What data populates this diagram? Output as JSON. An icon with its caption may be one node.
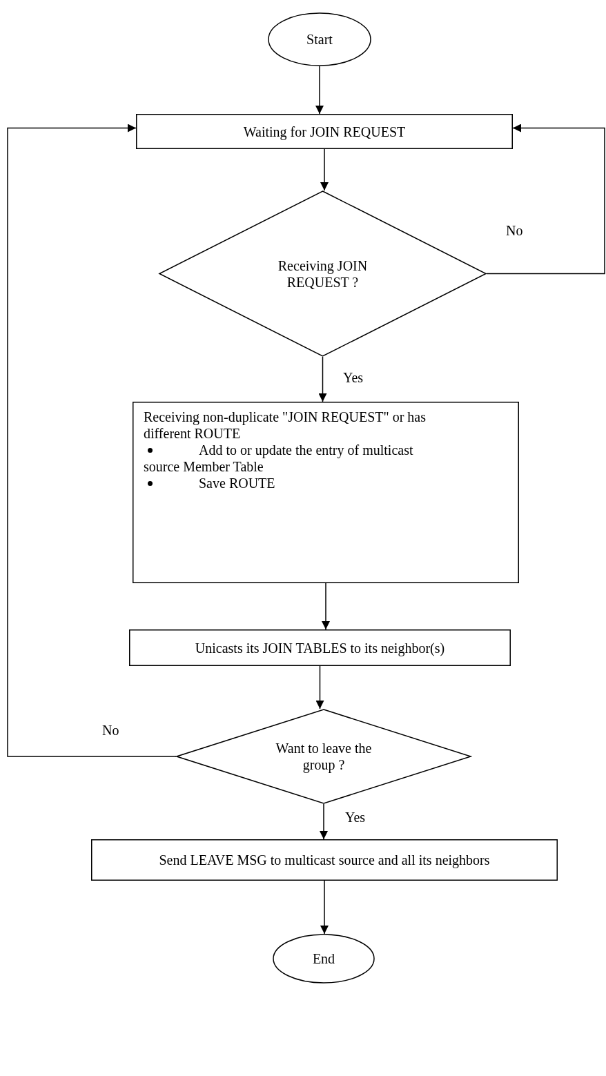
{
  "diagram": {
    "nodes": [
      {
        "text": [
          "Start"
        ]
      },
      {
        "text": [
          "Waiting for JOIN REQUEST"
        ]
      },
      {
        "text": [
          "Receiving JOIN REQUEST ?"
        ]
      },
      {
        "text": [
          "Receiving non-duplicate \"JOIN REQUEST\" or has different ROUTE",
          "Add to or update the entry of multicast source Member Table",
          "Save ROUTE"
        ]
      },
      {
        "text": [
          "Unicasts its JOIN TABLES to its neighbor(s)"
        ]
      },
      {
        "text": [
          "Want to leave the group ?"
        ]
      },
      {
        "text": [
          "Send LEAVE MSG to multicast source and all its neighbors"
        ]
      },
      {
        "text": [
          "End"
        ]
      }
    ],
    "edges": [
      {
        "from": 0,
        "to": 1,
        "arrow": "to"
      },
      {
        "from": 1,
        "to": 2,
        "arrow": "to"
      },
      {
        "from": 2,
        "to": 1,
        "arrow": "to",
        "label": "No"
      },
      {
        "from": 2,
        "to": 3,
        "arrow": "to",
        "label": "Yes"
      },
      {
        "from": 3,
        "to": 4,
        "arrow": "to"
      },
      {
        "from": 4,
        "to": 5,
        "arrow": "to"
      },
      {
        "from": 5,
        "to": 1,
        "arrow": "to",
        "label": "No"
      },
      {
        "from": 5,
        "to": 6,
        "arrow": "to",
        "label": "Yes"
      },
      {
        "from": 6,
        "to": 7,
        "arrow": "to"
      }
    ]
  }
}
